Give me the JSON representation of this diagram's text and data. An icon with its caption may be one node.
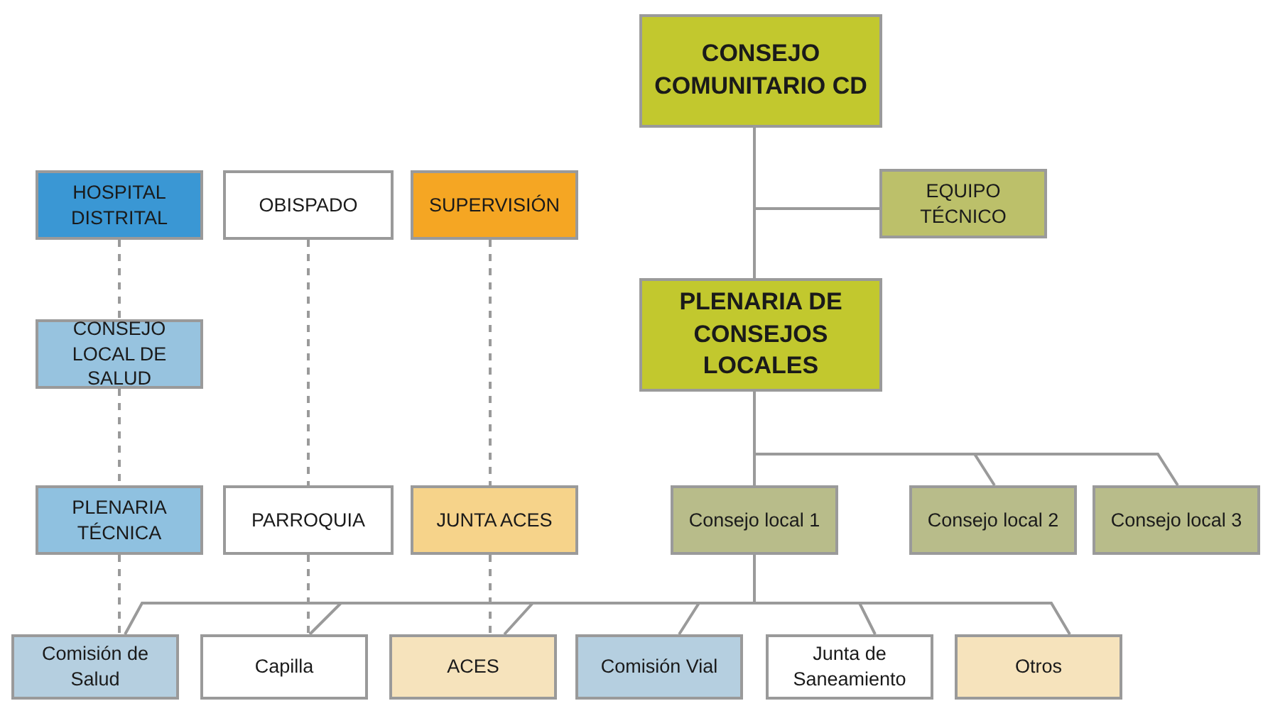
{
  "diagram": {
    "nodes": [
      {
        "text": [
          "CONSEJO COMUNITARIO CD"
        ]
      },
      {
        "text": [
          "EQUIPO TÉCNICO"
        ]
      },
      {
        "text": [
          "PLENARIA DE CONSEJOS LOCALES"
        ]
      },
      {
        "text": [
          "HOSPITAL DISTRITAL"
        ]
      },
      {
        "text": [
          "OBISPADO"
        ]
      },
      {
        "text": [
          "SUPERVISIÓN"
        ]
      },
      {
        "text": [
          "CONSEJO LOCAL DE SALUD"
        ]
      },
      {
        "text": [
          "PLENARIA TÉCNICA"
        ]
      },
      {
        "text": [
          "PARROQUIA"
        ]
      },
      {
        "text": [
          "JUNTA ACES"
        ]
      },
      {
        "text": [
          "Consejo local 1"
        ]
      },
      {
        "text": [
          "Consejo local 2"
        ]
      },
      {
        "text": [
          "Consejo local 3"
        ]
      },
      {
        "text": [
          "Comisión de Salud"
        ]
      },
      {
        "text": [
          "Capilla"
        ]
      },
      {
        "text": [
          "ACES"
        ]
      },
      {
        "text": [
          "Comisión Vial"
        ]
      },
      {
        "text": [
          "Junta de Saneamiento"
        ]
      },
      {
        "text": [
          "Otros"
        ]
      }
    ],
    "edges": [
      {
        "from": 0,
        "to": 1,
        "arrow": "none"
      },
      {
        "from": 0,
        "to": 2,
        "arrow": "none"
      },
      {
        "from": 2,
        "to": 10,
        "arrow": "none"
      },
      {
        "from": 2,
        "to": 11,
        "arrow": "none"
      },
      {
        "from": 2,
        "to": 12,
        "arrow": "none"
      },
      {
        "from": 3,
        "to": 6,
        "arrow": "none",
        "style": "dashed"
      },
      {
        "from": 6,
        "to": 7,
        "arrow": "none",
        "style": "dashed"
      },
      {
        "from": 7,
        "to": 13,
        "arrow": "none",
        "style": "dashed"
      },
      {
        "from": 4,
        "to": 8,
        "arrow": "none",
        "style": "dashed"
      },
      {
        "from": 8,
        "to": 14,
        "arrow": "none",
        "style": "dashed"
      },
      {
        "from": 5,
        "to": 9,
        "arrow": "none",
        "style": "dashed"
      },
      {
        "from": 9,
        "to": 15,
        "arrow": "none",
        "style": "dashed"
      },
      {
        "from": 10,
        "to": 13,
        "arrow": "none"
      },
      {
        "from": 10,
        "to": 14,
        "arrow": "none"
      },
      {
        "from": 10,
        "to": 15,
        "arrow": "none"
      },
      {
        "from": 10,
        "to": 16,
        "arrow": "none"
      },
      {
        "from": 10,
        "to": 17,
        "arrow": "none"
      },
      {
        "from": 10,
        "to": 18,
        "arrow": "none"
      }
    ]
  }
}
